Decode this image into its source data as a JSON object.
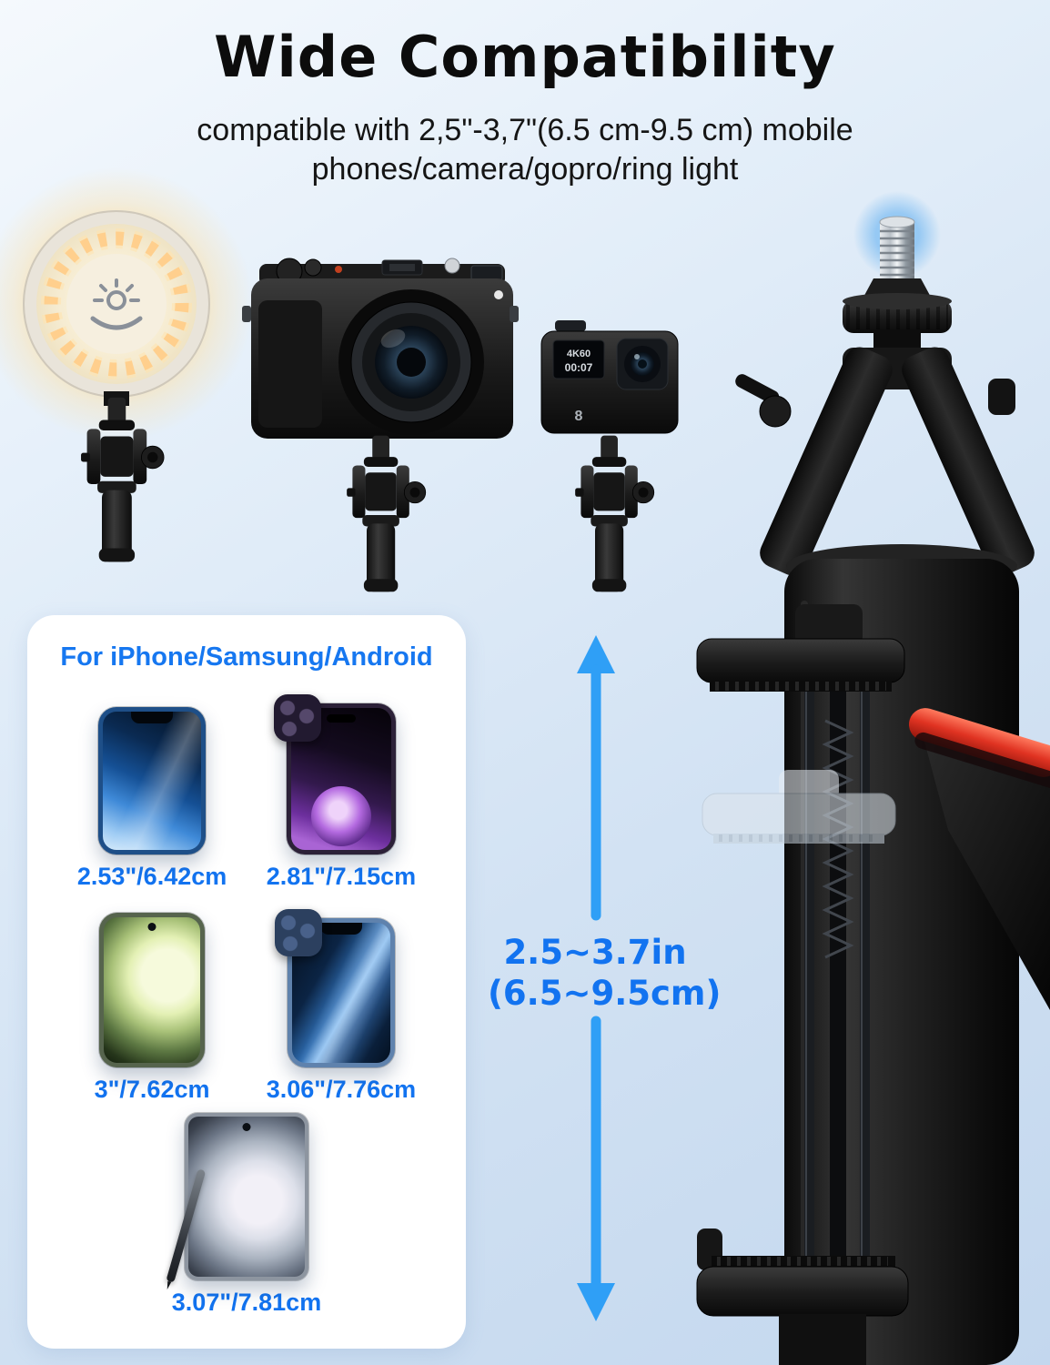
{
  "header": {
    "title": "Wide Compatibility",
    "subtitle": "compatible with 2,5\"-3,7\"(6.5 cm-9.5 cm) mobile phones/camera/gopro/ring light"
  },
  "devices": {
    "action_cam": {
      "screen_mode": "4K60",
      "screen_time": "00:07",
      "model_badge": "8"
    }
  },
  "card": {
    "heading": "For iPhone/Samsung/Android",
    "phones": [
      {
        "name": "iphone-13",
        "size_label": "2.53\"/6.42cm"
      },
      {
        "name": "iphone-14-pro",
        "size_label": "2.81\"/7.15cm"
      },
      {
        "name": "galaxy-s23",
        "size_label": "3\"/7.62cm"
      },
      {
        "name": "iphone-13-pro",
        "size_label": "3.06\"/7.76cm"
      },
      {
        "name": "galaxy-s23-ultra",
        "size_label": "3.07\"/7.81cm"
      }
    ]
  },
  "range_callout": {
    "line1": "2.5~3.7in",
    "line2": "(6.5~9.5cm)"
  },
  "colors": {
    "accent_blue": "#1273f0",
    "arrow_blue": "#2f9ff6",
    "red_ring": "#e03322",
    "warm_glow": "#ffd98f",
    "screw_glow": "#5cb3f5",
    "background_top": "#f5f9fd",
    "background_bottom": "#c3d7ee",
    "title_color": "#0c0c0c"
  }
}
